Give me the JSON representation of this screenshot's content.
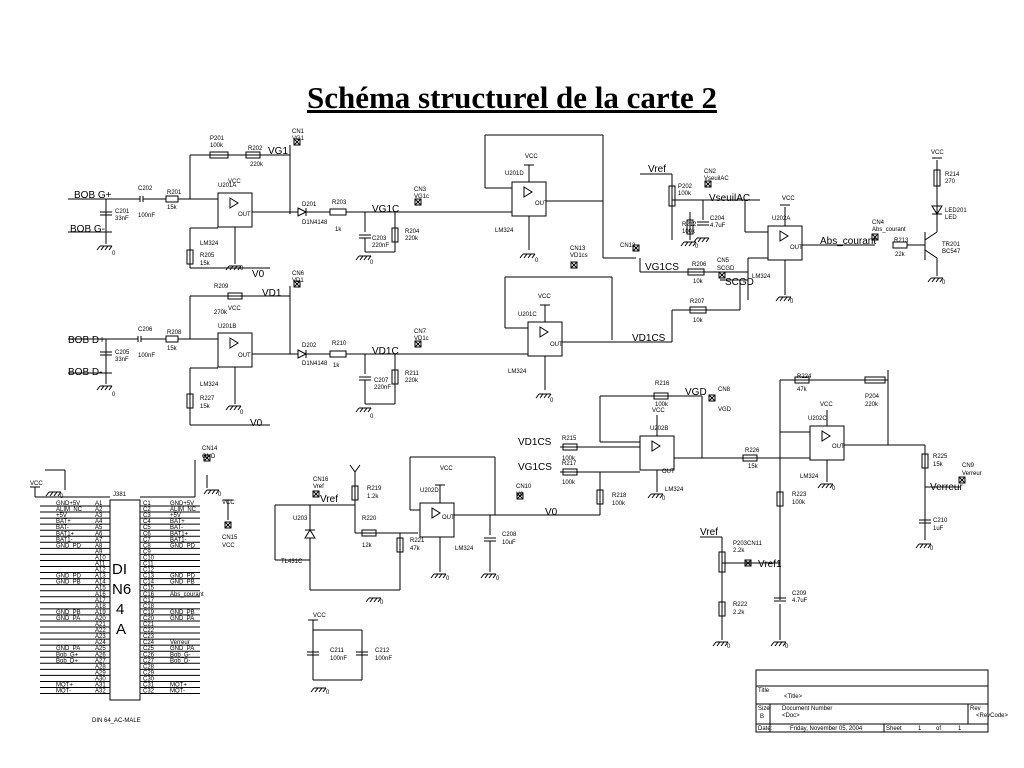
{
  "title": "Schéma structurel de la carte 2",
  "nets": {
    "bob_gp": "BOB G+",
    "bob_gm": "BOB G-",
    "bob_dp": "BOB D+",
    "bob_dm": "BOB D-",
    "vg1": "VG1",
    "vg1c_a": "VG1C",
    "vg1c_b": "VG1c",
    "v0": "V0",
    "vd1": "VD1",
    "vd1c_a": "VD1C",
    "vd1c_b": "VD1c",
    "vref": "Vref",
    "vseuilac": "VseuilAC",
    "vg1cs": "VG1CS",
    "vd1cs": "VD1CS",
    "scgd": "SCGD",
    "abs_courant": "Abs_courant",
    "vgd": "VGD",
    "verreur": "Verreur",
    "vref1": "Vref1",
    "vcc": "VCC",
    "gnd": "GND",
    "zero": "0"
  },
  "parts": {
    "p201": "P201",
    "p201v": "100k",
    "r202": "R202",
    "r202v": "220k",
    "cn1": "CN1",
    "cn1n": "VG1",
    "c202": "C202",
    "r201": "R201",
    "r201v": "15k",
    "c201": "C201",
    "c201v": "33nF",
    "c201b": "100nF",
    "u201a": "U201A",
    "lm324": "LM324",
    "out": "OUT",
    "r205": "R205",
    "r205v": "15k",
    "d201": "D201",
    "d201v": "D1N4148",
    "r203": "R203",
    "r203v": "1k",
    "c203": "C203",
    "c203v": "220nF",
    "r204": "R204",
    "r204v": "220k",
    "cn3": "CN3",
    "cn3n": "VG1c",
    "u201d": "U201D",
    "cn2": "CN2",
    "cn2n": "VseuilAC",
    "p202": "P202",
    "p202v": "100k",
    "r212": "R212",
    "r212v": "100k",
    "c204": "C204",
    "c204v": "4.7uF",
    "cn12": "CN12",
    "cn13": "CN13",
    "cn13n": "VD1cs",
    "u202a": "U202A",
    "cn4": "CN4",
    "cn4n": "Abs_courant",
    "r213": "R213",
    "r213v": "22k",
    "r214": "R214",
    "r214v": "270",
    "led201": "LED201",
    "led": "LED",
    "tr201": "TR201",
    "tr201v": "BC547",
    "r206": "R206",
    "r206v": "10k",
    "cn5": "CN5",
    "cn5n": "SCGD",
    "r207": "R207",
    "r207v": "10k",
    "cn6": "CN6",
    "cn6n": "VD1",
    "r209": "R209",
    "r209v": "270k",
    "u201b": "U201B",
    "c206": "C206",
    "r208": "R208",
    "r208v": "15k",
    "c205": "C205",
    "c205v": "33nF",
    "c205b": "100nF",
    "d202": "D202",
    "d202v": "D1N4148",
    "r210": "R210",
    "r210v": "1k",
    "cn7": "CN7",
    "cn7n": "VD1c",
    "c207": "C207",
    "c207v": "220nF",
    "r211": "R211",
    "r211v": "220k",
    "u201c": "U201C",
    "r227": "R227",
    "r227v": "15k",
    "r216": "R216",
    "r216v": "100k",
    "cn8": "CN8",
    "cn8n": "VGD",
    "u202b": "U202B",
    "r215": "R215",
    "r215v": "100k",
    "r217": "R217",
    "r217v": "100k",
    "r218": "R218",
    "r218v": "100k",
    "r224": "R224",
    "r224v": "47k",
    "p204": "P204",
    "p204v": "220k",
    "u202c": "U202C",
    "r226": "R226",
    "r226v": "15k",
    "r223": "R223",
    "r223v": "100k",
    "r225": "R225",
    "r225v": "15k",
    "cn9": "CN9",
    "cn9n": "Verreur",
    "c210": "C210",
    "c210v": "1uF",
    "p203": "P203CN11",
    "p203v": "2.2k",
    "r222": "R222",
    "r222v": "2.2k",
    "c209": "C209",
    "c209v": "4.7uF",
    "cn14": "CN14",
    "cn14n": "GND",
    "cn15": "CN15",
    "cn16": "CN16",
    "cn16n": "Vref",
    "r219": "R219",
    "r219v": "1.2k",
    "u203": "U203",
    "u203v": "TL431C",
    "r220": "R220",
    "r220v": "12k",
    "r221": "R221",
    "r221v": "47k",
    "u202d": "U202D",
    "cn10": "CN10",
    "cn10n": "V0",
    "c208": "C208",
    "c208v": "10uF",
    "c211": "C211",
    "c211v": "100nF",
    "c212": "C212",
    "c212v": "100nF"
  },
  "connector": {
    "ref": "J381",
    "big": [
      "DI",
      "N6",
      "4",
      "A"
    ],
    "footer": "DIN 64_AC-MALE",
    "left_pins": [
      "A1",
      "A2",
      "A3",
      "A4",
      "A5",
      "A6",
      "A7",
      "A8",
      "A9",
      "A10",
      "A11",
      "A12",
      "A13",
      "A14",
      "A15",
      "A16",
      "A17",
      "A18",
      "A19",
      "A20",
      "A21",
      "A22",
      "A23",
      "A24",
      "A25",
      "A26",
      "A27",
      "A28",
      "A29",
      "A30",
      "A31",
      "A32"
    ],
    "right_pins": [
      "C1",
      "C2",
      "C3",
      "C4",
      "C5",
      "C6",
      "C7",
      "C8",
      "C9",
      "C10",
      "C11",
      "C12",
      "C13",
      "C14",
      "C15",
      "C16",
      "C17",
      "C18",
      "C19",
      "C20",
      "C21",
      "C22",
      "C23",
      "C24",
      "C25",
      "C26",
      "C27",
      "C28",
      "C29",
      "C30",
      "C31",
      "C32"
    ],
    "left_names": [
      "GND+5V",
      "ALIM_NC",
      "+5V",
      "BAT+",
      "BAT-",
      "BAT1+",
      "BAT1-",
      "GND_PD",
      "",
      "",
      "",
      "",
      "GND_PD",
      "GND_PB",
      "",
      "",
      "",
      "",
      "GND_PB",
      "GND_PA",
      "",
      "",
      "",
      "",
      "GND_PA",
      "Bob_G+",
      "Bob_D+",
      "",
      "",
      "",
      "MOT+",
      "MOT-"
    ],
    "right_names": [
      "GND+5V",
      "ALIM_NC",
      "+5V",
      "BAT+",
      "BAT-",
      "BAT1+",
      "BAT1-",
      "GND_PD",
      "",
      "",
      "",
      "",
      "GND_PD",
      "GND_PB",
      "",
      "Abs_courant",
      "",
      "",
      "GND_PB",
      "GND_PA",
      "",
      "",
      "",
      "Verreur",
      "GND_PA",
      "Bob_G-",
      "Bob_D-",
      "",
      "",
      "",
      "MOT+",
      "MOT-"
    ]
  },
  "titleblock": {
    "title_lbl": "Title",
    "title_val": "<Title>",
    "size_lbl": "Size",
    "size_val": "B",
    "doc_lbl": "Document Number",
    "doc_val": "<Doc>",
    "rev_lbl": "Rev",
    "rev_val": "<RevCode>",
    "date_lbl": "Date:",
    "date_val": "Friday, November 05, 2004",
    "sheet_lbl": "Sheet",
    "sheet_val": "1",
    "of_lbl": "of",
    "of_val": "1"
  }
}
